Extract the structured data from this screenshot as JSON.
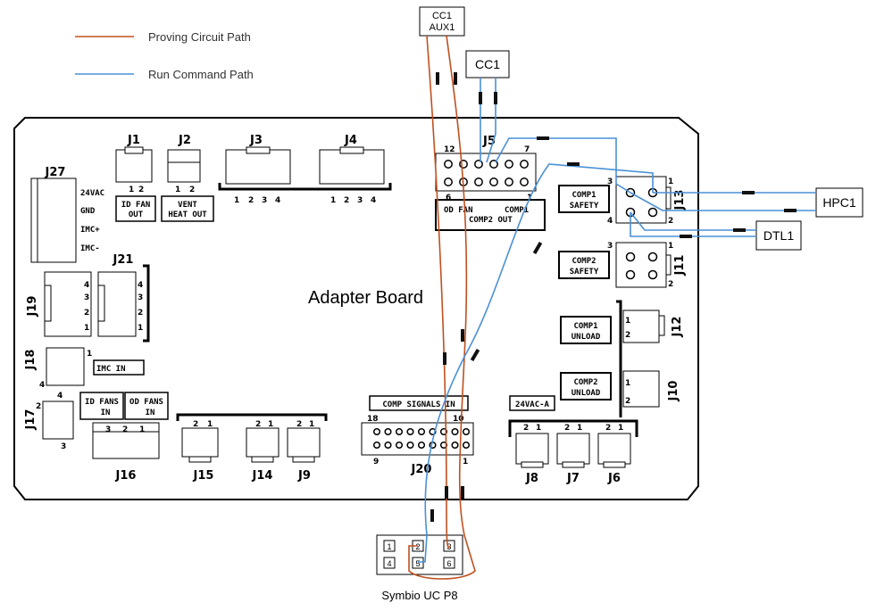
{
  "legend": {
    "proving_label": "Proving Circuit Path",
    "run_label": "Run Command Path",
    "proving_color": "#c0501f",
    "run_color": "#4a90d6"
  },
  "board": {
    "title": "Adapter Board"
  },
  "external": {
    "cc1_aux1_line1": "CC1",
    "cc1_aux1_line2": "AUX1",
    "cc1": "CC1",
    "hpc1": "HPC1",
    "dtl1": "DTL1",
    "symbio": "Symbio UC P8"
  },
  "connectors": {
    "j1": "J1",
    "j2": "J2",
    "j3": "J3",
    "j4": "J4",
    "j5": "J5",
    "j6": "J6",
    "j7": "J7",
    "j8": "J8",
    "j9": "J9",
    "j10": "J10",
    "j11": "J11",
    "j12": "J12",
    "j13": "J13",
    "j14": "J14",
    "j15": "J15",
    "j16": "J16",
    "j17": "J17",
    "j18": "J18",
    "j19": "J19",
    "j20": "J20",
    "j21": "J21",
    "j27": "J27"
  },
  "labels": {
    "id_fan_out_1": "ID FAN",
    "id_fan_out_2": "OUT",
    "vent_1": "VENT",
    "vent_2": "HEAT OUT",
    "j27_24vac": "24VAC",
    "j27_gnd": "GND",
    "j27_imcp": "IMC+",
    "j27_imcm": "IMC-",
    "imc_in": "IMC IN",
    "id_fans_1": "ID FANS",
    "id_fans_2": "IN",
    "od_fans_1": "OD FANS",
    "od_fans_2": "IN",
    "j5_line1_a": "OD FAN",
    "j5_line1_b": "COMP1",
    "j5_line2": "COMP2 OUT",
    "comp1_safety_1": "COMP1",
    "comp1_safety_2": "SAFETY",
    "comp2_safety_1": "COMP2",
    "comp2_safety_2": "SAFETY",
    "comp1_unload_1": "COMP1",
    "comp1_unload_2": "UNLOAD",
    "comp2_unload_1": "COMP2",
    "comp2_unload_2": "UNLOAD",
    "comp_signals_in": "COMP SIGNALS IN",
    "v24vac_a": "24VAC-A"
  },
  "pins": {
    "p1": "1",
    "p2": "2",
    "p3": "3",
    "p4": "4",
    "p5": "5",
    "p6": "6",
    "p7": "7",
    "p9": "9",
    "p10": "10",
    "p12": "12",
    "p18": "18"
  }
}
